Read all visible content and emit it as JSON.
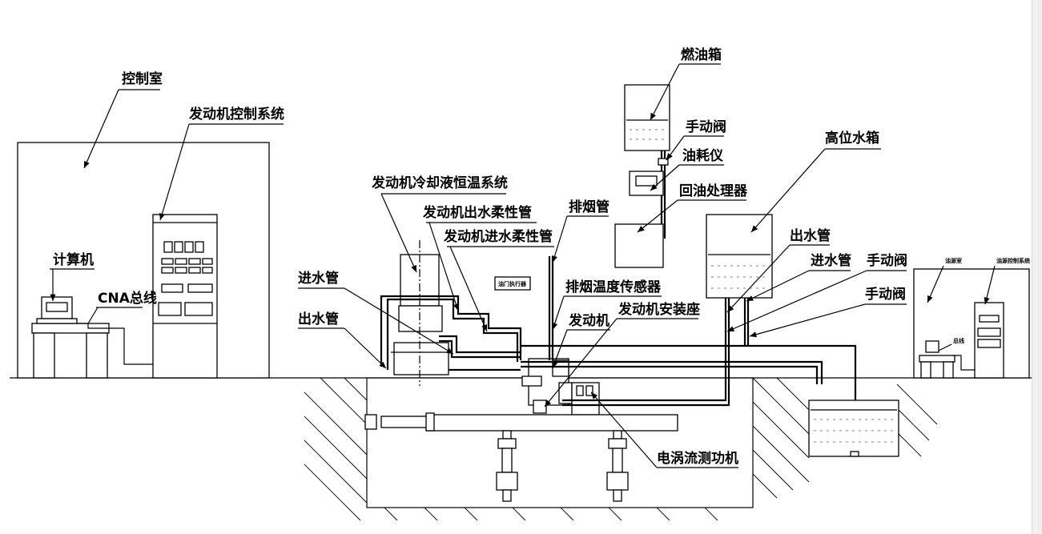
{
  "labels": {
    "control_room": "控制室",
    "engine_control_system": "发动机控制系统",
    "computer": "计算机",
    "cna_bus": "CNA总线",
    "coolant_system": "发动机冷却液恒温系统",
    "outlet_hose": "发动机出水柔性管",
    "inlet_hose": "发动机进水柔性管",
    "inlet_pipe_left": "进水管",
    "outlet_pipe_left": "出水管",
    "throttle_actuator": "油门执行器",
    "exhaust_pipe": "排烟管",
    "exhaust_temp_sensor": "排烟温度传感器",
    "engine": "发动机",
    "engine_mount": "发动机安装座",
    "fuel_tank": "燃油箱",
    "manual_valve_fuel": "手动阀",
    "fuel_meter": "油耗仪",
    "return_oil_processor": "回油处理器",
    "high_water_tank": "高位水箱",
    "outlet_pipe_right": "出水管",
    "inlet_pipe_right": "进水管",
    "manual_valve_1": "手动阀",
    "manual_valve_2": "手动阀",
    "dynamometer": "电涡流测功机",
    "mini_room": "油源室",
    "mini_control": "油源控制系统",
    "mini_bus": "总线"
  },
  "panel": {
    "display_digits": [
      "",
      "",
      "",
      ""
    ]
  }
}
